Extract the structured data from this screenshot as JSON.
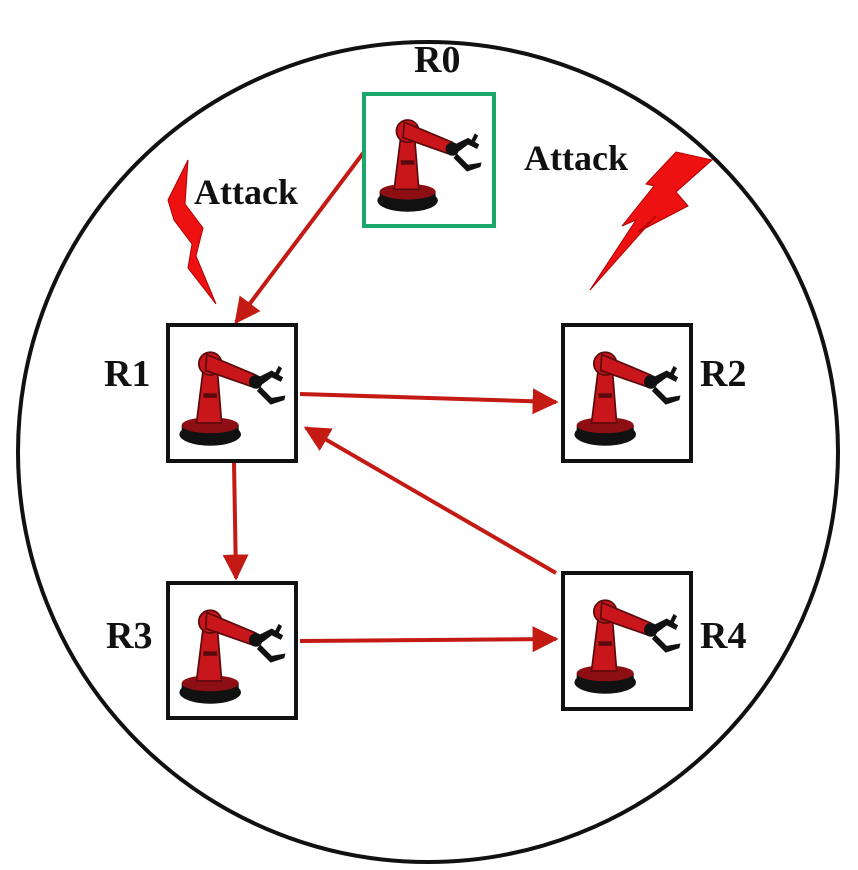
{
  "colors": {
    "arrow": "#c41a14",
    "lightning": "#ee1111",
    "leader_border": "#1aa86a",
    "box_border": "#111111",
    "circle_border": "#111111",
    "robot_body": "#c8161b",
    "robot_base": "#111111"
  },
  "robots": [
    {
      "id": "R0",
      "label": "R0",
      "role": "leader",
      "icon": "robot-arm-icon"
    },
    {
      "id": "R1",
      "label": "R1",
      "role": "follower",
      "icon": "robot-arm-icon"
    },
    {
      "id": "R2",
      "label": "R2",
      "role": "follower",
      "icon": "robot-arm-icon"
    },
    {
      "id": "R3",
      "label": "R3",
      "role": "follower",
      "icon": "robot-arm-icon"
    },
    {
      "id": "R4",
      "label": "R4",
      "role": "follower",
      "icon": "robot-arm-icon"
    }
  ],
  "edges": [
    {
      "from": "R0",
      "to": "R1"
    },
    {
      "from": "R1",
      "to": "R2"
    },
    {
      "from": "R1",
      "to": "R3"
    },
    {
      "from": "R3",
      "to": "R4"
    },
    {
      "from": "R4",
      "to": "R1"
    }
  ],
  "attacks": [
    {
      "label": "Attack",
      "target": "R1",
      "icon": "lightning-icon"
    },
    {
      "label": "Attack",
      "target": "R2",
      "icon": "lightning-icon"
    }
  ]
}
